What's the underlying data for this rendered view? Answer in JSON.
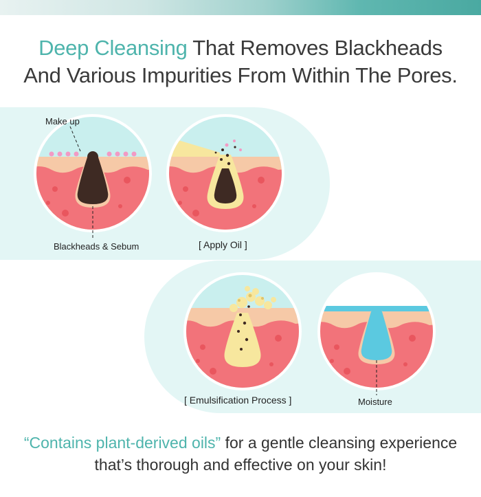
{
  "header": {
    "title_accent": "Deep Cleansing",
    "title_rest_1": " That Removes Blackheads",
    "title_line_2": "And Various Impurities From Within The Pores."
  },
  "diagram": {
    "labels": {
      "makeup": "Make up",
      "blackheads": "Blackheads & Sebum",
      "apply_oil": "[ Apply Oil ]",
      "emulsification": "[ Emulsification Process ]",
      "moisture": "Moisture"
    },
    "colors": {
      "skin": "#f2737a",
      "skin_dots": "#e9565e",
      "epidermis": "#f6c9a7",
      "sky": "#c9efee",
      "oil": "#f7e79e",
      "blackhead": "#3e2a23",
      "water": "#5bc9e0",
      "accent": "#4eb4ac"
    }
  },
  "footer": {
    "line_1_accent": "“Contains plant-derived oils”",
    "line_1_rest": " for a gentle cleansing experience",
    "line_2": "that’s thorough and effective on your skin!"
  }
}
